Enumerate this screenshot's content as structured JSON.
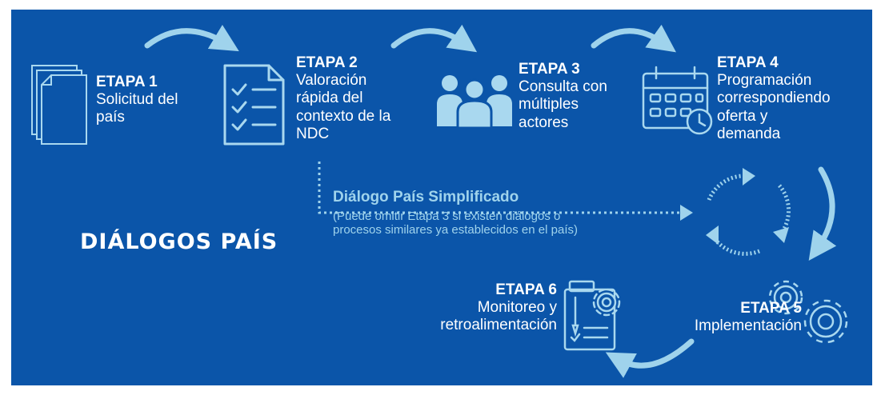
{
  "diagram": {
    "title": "DIÁLOGOS PAÍS",
    "steps": [
      {
        "title": "ETAPA 1",
        "lines": [
          "Solicitud del",
          "país"
        ],
        "icon": "documents-icon"
      },
      {
        "title": "ETAPA 2",
        "lines": [
          "Valoración",
          "rápida del",
          "contexto de la",
          "NDC"
        ],
        "icon": "checklist-icon"
      },
      {
        "title": "ETAPA 3",
        "lines": [
          "Consulta con",
          "múltiples",
          "actores"
        ],
        "icon": "people-group-icon"
      },
      {
        "title": "ETAPA 4",
        "lines": [
          "Programación",
          "correspondiendo",
          "oferta y",
          "demanda"
        ],
        "icon": "calendar-clock-icon"
      },
      {
        "title": "ETAPA 5",
        "lines": [
          "Implementación"
        ],
        "icon": "gears-icon"
      },
      {
        "title": "ETAPA 6",
        "lines": [
          "Monitoreo y",
          "retroalimentación"
        ],
        "icon": "report-gear-icon"
      }
    ],
    "shortcut": {
      "title": "Diálogo País Simplificado",
      "note_lines": [
        "(Puede omitir Etapa 3 si existen diálogos o",
        "procesos similares ya establecidos en el país)"
      ]
    },
    "colors": {
      "background": "#0b55a9",
      "arrow": "#9fd3ec",
      "icon": "#a9d8ef",
      "text": "#ffffff",
      "shortcut_text": "#9fd3ec"
    }
  }
}
